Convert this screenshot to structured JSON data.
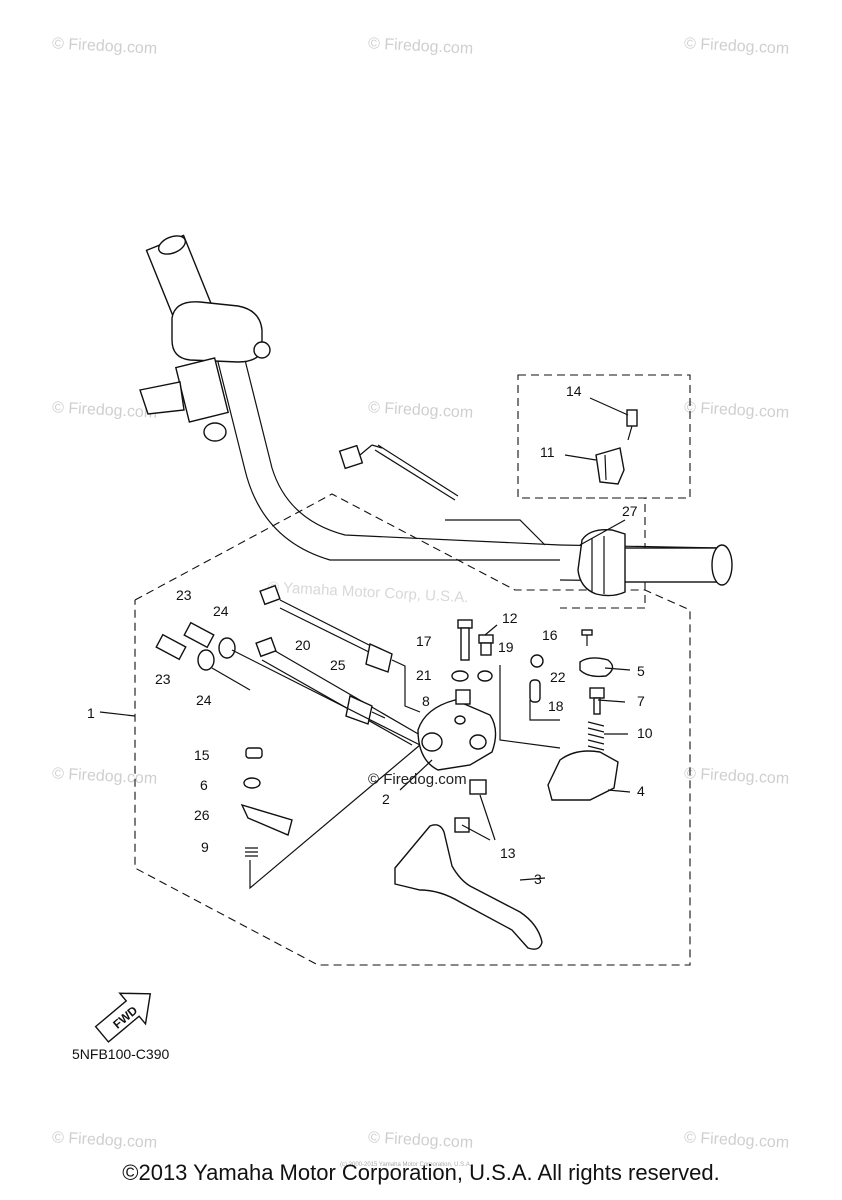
{
  "watermark": "© Firedog.com",
  "center_watermark": "© Firedog.com",
  "faint_watermark": "© Yamaha Motor Corp, U.S.A.",
  "tiny_text": "(c) 2000-2015 Yamaha Motor Corporation, U.S.A.",
  "diagram_code": "5NFB100-C390",
  "fwd_label": "FWD",
  "footer": "©2013 Yamaha Motor Corporation, U.S.A. All rights reserved.",
  "callouts": {
    "c1": "1",
    "c2": "2",
    "c3": "3",
    "c4": "4",
    "c5": "5",
    "c6": "6",
    "c7": "7",
    "c8": "8",
    "c9": "9",
    "c10": "10",
    "c11": "11",
    "c12": "12",
    "c13": "13",
    "c14": "14",
    "c15": "15",
    "c16": "16",
    "c17": "17",
    "c18": "18",
    "c19": "19",
    "c20": "20",
    "c21": "21",
    "c22": "22",
    "c23a": "23",
    "c23b": "23",
    "c24a": "24",
    "c24b": "24",
    "c25": "25",
    "c26": "26",
    "c27": "27"
  }
}
